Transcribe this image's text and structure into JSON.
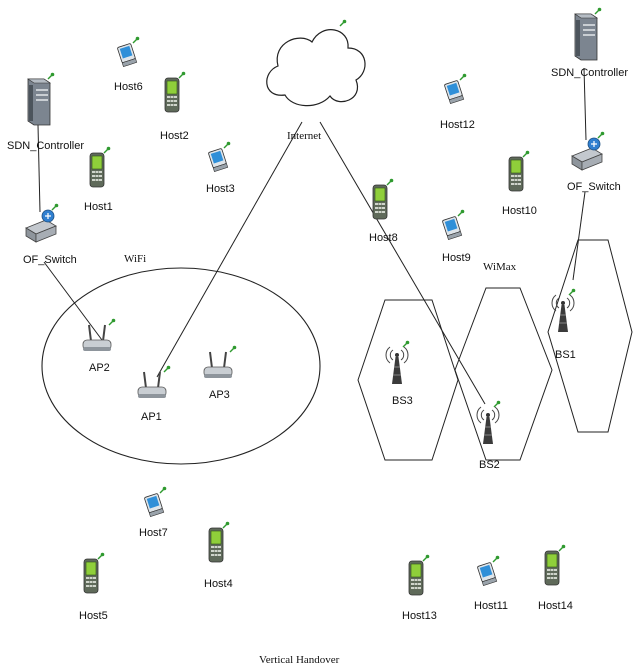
{
  "caption": "Vertical Handover",
  "cloud": {
    "label": "Internet"
  },
  "zones": {
    "wifi": "WiFi",
    "wimax": "WiMax"
  },
  "controllers": {
    "left": "SDN_Controller",
    "right": "SDN_Controller"
  },
  "switches": {
    "left": "OF_Switch",
    "right": "OF_Switch"
  },
  "access_points": {
    "ap1": "AP1",
    "ap2": "AP2",
    "ap3": "AP3"
  },
  "base_stations": {
    "bs1": "BS1",
    "bs2": "BS2",
    "bs3": "BS3"
  },
  "hosts": {
    "h1": "Host1",
    "h2": "Host2",
    "h3": "Host3",
    "h4": "Host4",
    "h5": "Host5",
    "h6": "Host6",
    "h7": "Host7",
    "h8": "Host8",
    "h9": "Host9",
    "h10": "Host10",
    "h11": "Host11",
    "h12": "Host12",
    "h13": "Host13",
    "h14": "Host14"
  },
  "colors": {
    "line": "#222222",
    "phone_screen": "#8fcf3a",
    "phone_body": "#5f6a5a",
    "badge": "#2f9a2f",
    "laptop_screen": "#2f8fd8",
    "server": "#7c8590"
  }
}
